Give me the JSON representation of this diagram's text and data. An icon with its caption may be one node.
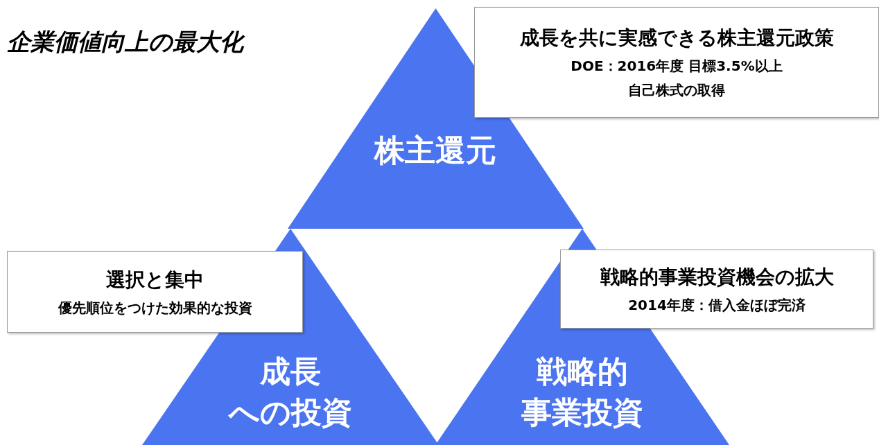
{
  "diagram": {
    "title": "企業価値向上の最大化",
    "nodes": [
      {
        "text": [
          "株主還元"
        ]
      },
      {
        "text": [
          "成長を共に実感できる株主還元政策",
          "DOE：2016年度 目標3.5%以上",
          "自己株式の取得"
        ]
      },
      {
        "text": [
          "選択と集中",
          "優先順位をつけた効果的な投資"
        ]
      },
      {
        "text": [
          "成長への投資"
        ]
      },
      {
        "text": [
          "戦略的事業投資機会の拡大",
          "2014年度：借入金ほぼ完済"
        ]
      },
      {
        "text": [
          "戦略的事業投資"
        ]
      }
    ]
  }
}
